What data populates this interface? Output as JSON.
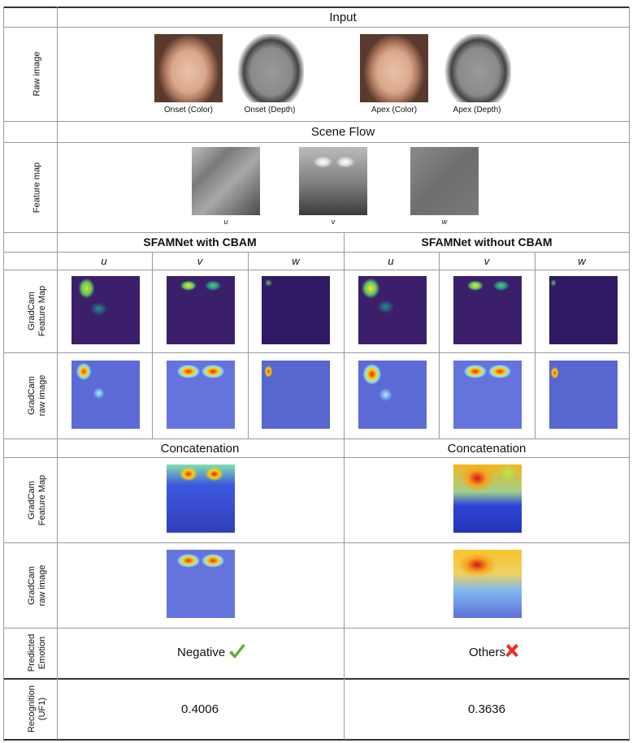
{
  "sections": {
    "input": "Input",
    "scene_flow": "Scene Flow",
    "with_cbam": "SFAMNet with CBAM",
    "without_cbam": "SFAMNet without CBAM",
    "concat_left": "Concatenation",
    "concat_right": "Concatenation"
  },
  "row_labels": {
    "raw_image": "Raw image",
    "feature_map": "Feature map",
    "gradcam_feature_1": "GradCam",
    "gradcam_feature_2": "Feature Map",
    "gradcam_raw_1": "GradCam",
    "gradcam_raw_2": "raw image",
    "concat_feature_1": "GradCam",
    "concat_feature_2": "Feature Map",
    "concat_raw_1": "GradCam",
    "concat_raw_2": "raw image",
    "predicted_1": "Predicted",
    "predicted_2": "Emotion",
    "recognition_1": "Recognition",
    "recognition_2": "(UF1)"
  },
  "raw_captions": [
    "Onset (Color)",
    "Onset (Depth)",
    "Apex (Color)",
    "Apex (Depth)"
  ],
  "flow_captions": [
    "u",
    "v",
    "w"
  ],
  "component_headers": [
    "u",
    "v",
    "w",
    "u",
    "v",
    "w"
  ],
  "predicted": {
    "with_cbam": "Negative",
    "without_cbam": "Others",
    "check_color": "#5cb531",
    "cross_color": "#e8312a"
  },
  "recognition": {
    "with_cbam": "0.4006",
    "without_cbam": "0.3636"
  }
}
